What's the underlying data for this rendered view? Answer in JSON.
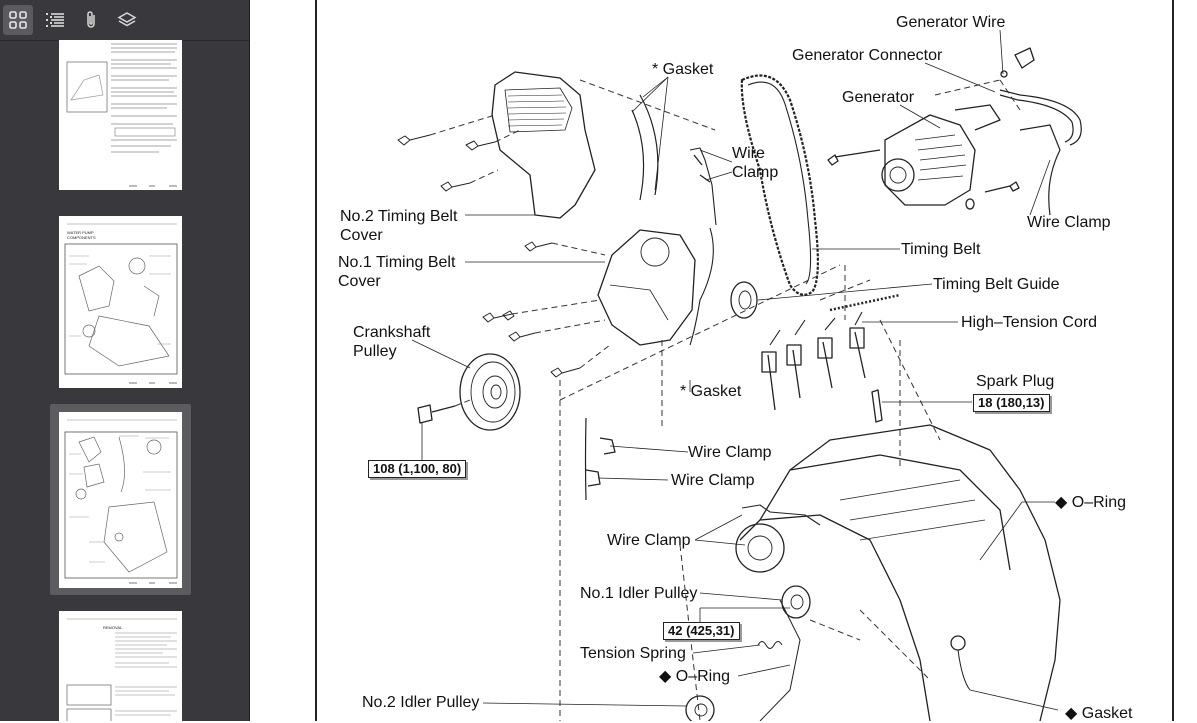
{
  "toolbar": {
    "icons": [
      "thumbnails-icon",
      "outline-icon",
      "attachments-icon",
      "layers-icon"
    ]
  },
  "thumbnails": [
    {
      "page": "p1"
    },
    {
      "page": "p2",
      "heading": "WATER PUMP COMPONENTS"
    },
    {
      "page": "p3"
    },
    {
      "page": "p4",
      "heading": "REMOVAL"
    }
  ],
  "diagram": {
    "labels": {
      "generator_wire": "Generator Wire",
      "generator_connector": "Generator Connector",
      "gasket_top": "* Gasket",
      "generator": "Generator",
      "wire_clamp_top": "Wire\nClamp",
      "wire_clamp_right": "Wire Clamp",
      "no2_timing_belt_cover": "No.2 Timing Belt\nCover",
      "no1_timing_belt_cover": "No.1 Timing Belt\nCover",
      "timing_belt": "Timing Belt",
      "timing_belt_guide": "Timing Belt Guide",
      "crankshaft_pulley": "Crankshaft\nPulley",
      "high_tension_cord": "High–Tension Cord",
      "gasket_mid": "* Gasket",
      "spark_plug": "Spark Plug",
      "wire_clamp_mid1": "Wire Clamp",
      "wire_clamp_mid2": "Wire Clamp",
      "o_ring_right": "◆ O–Ring",
      "wire_clamp_low": "Wire Clamp",
      "no1_idler_pulley": "No.1 Idler Pulley",
      "tension_spring": "Tension Spring",
      "o_ring_low": "◆ O–Ring",
      "no2_idler_pulley": "No.2 Idler Pulley",
      "gasket_bottom": "◆ Gasket"
    },
    "torque": {
      "spark_plug": "18 (180,13)",
      "crankshaft_bolt": "108 (1,100, 80)",
      "idler_bolt": "42 (425,31)"
    }
  }
}
